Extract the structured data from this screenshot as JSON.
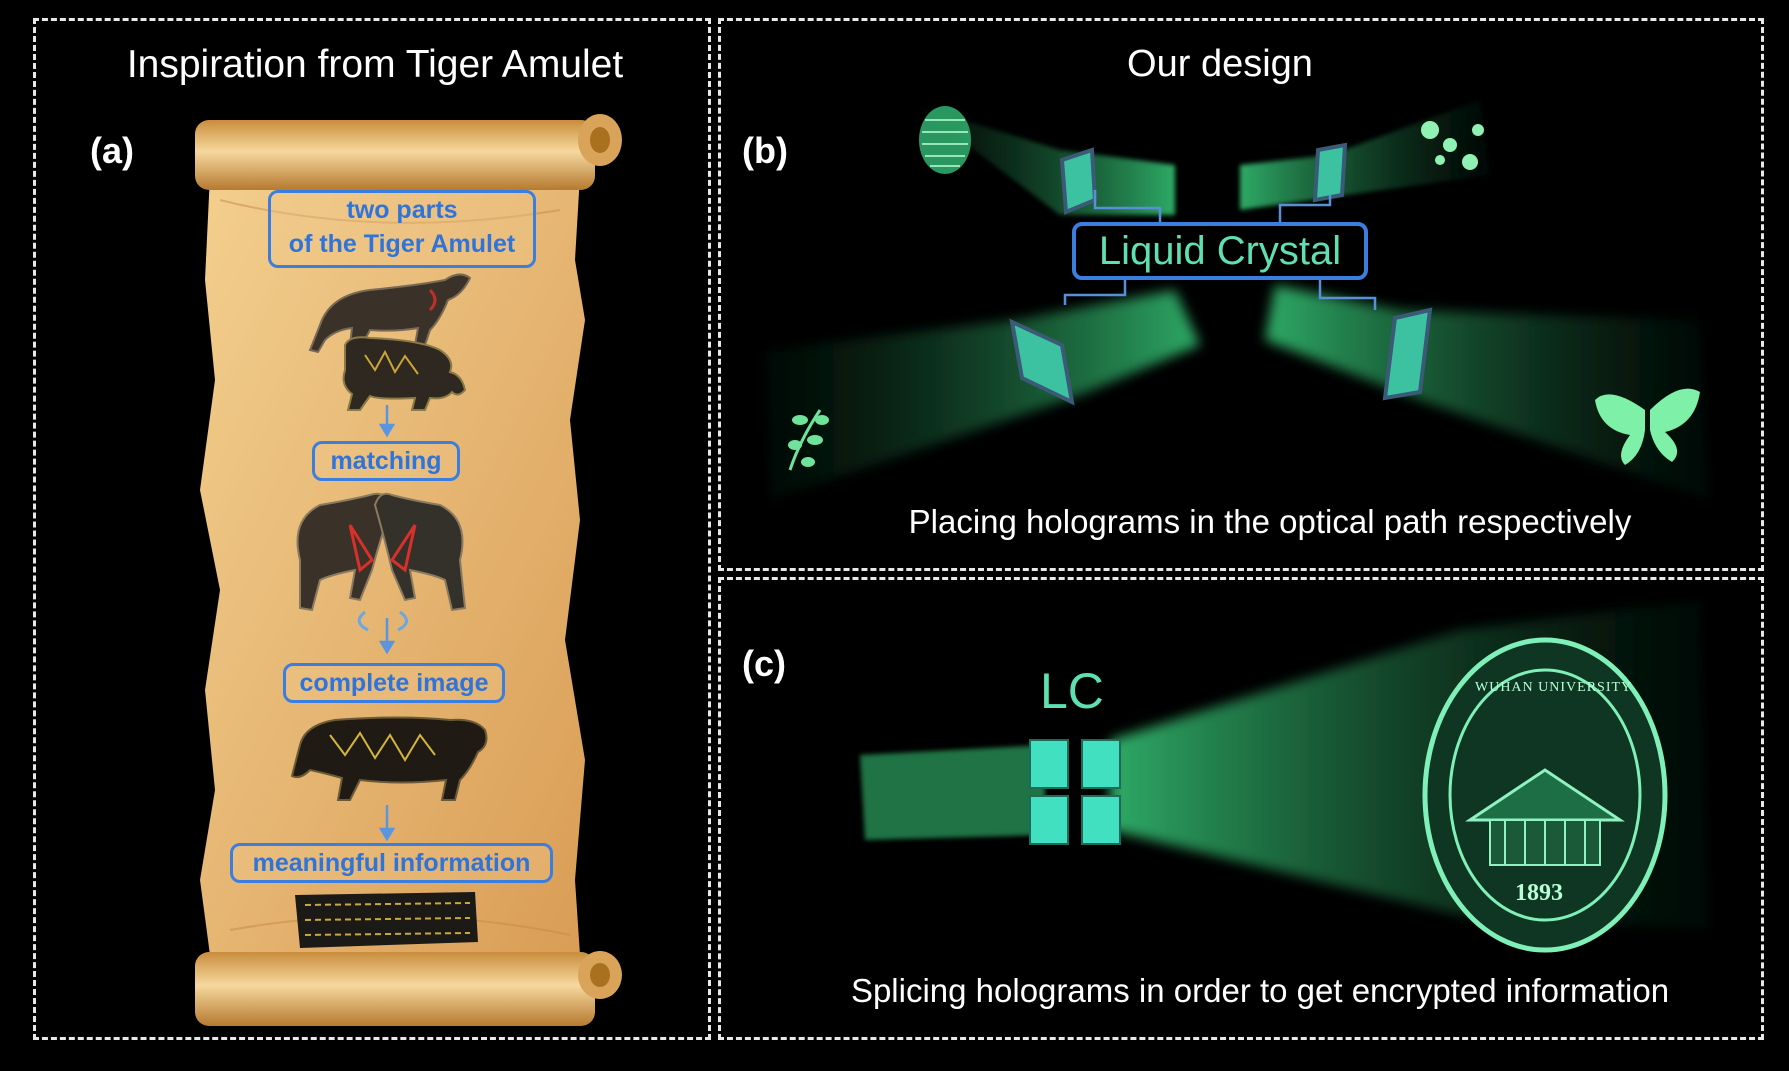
{
  "panel_a": {
    "title": "Inspiration from Tiger Amulet",
    "label": "(a)",
    "steps": {
      "parts_line1": "two parts",
      "parts_line2": "of the Tiger Amulet",
      "matching": "matching",
      "complete": "complete image",
      "meaningful": "meaningful information"
    }
  },
  "panel_b": {
    "title": "Our design",
    "label": "(b)",
    "center_box": "Liquid Crystal",
    "caption": "Placing holograms in the optical path respectively"
  },
  "panel_c": {
    "label": "(c)",
    "lc_label": "LC",
    "emblem_top": "WUHAN UNIVERSITY",
    "emblem_year": "1893",
    "caption": "Splicing holograms in order to get encrypted information"
  },
  "colors": {
    "background": "#000000",
    "glow": "#3ddc84",
    "box_blue": "#3a7fe0",
    "lc_text": "#5fe0b0",
    "parchment": "#e9bf7c"
  }
}
